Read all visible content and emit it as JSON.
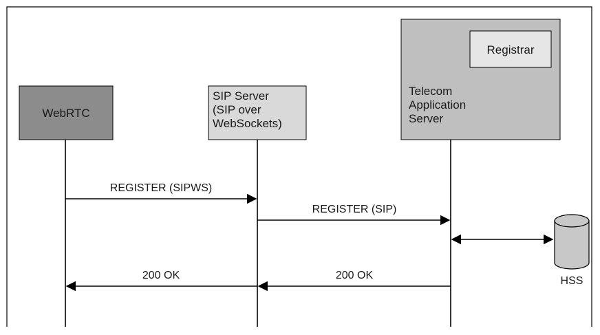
{
  "participants": {
    "webrtc": {
      "label": "WebRTC",
      "fill": "#8c8c8c"
    },
    "sip_server": {
      "lines": [
        "SIP Server",
        "(SIP over",
        "WebSockets)"
      ],
      "fill": "#d9d9d9"
    },
    "tas": {
      "lines": [
        "Telecom",
        "Application",
        "Server"
      ],
      "fill": "#bfbfbf",
      "registrar": {
        "label": "Registrar",
        "fill": "#e6e6e6"
      }
    },
    "hss": {
      "label": "HSS",
      "fill": "#c8c8c8"
    }
  },
  "messages": {
    "register_sipws": "REGISTER (SIPWS)",
    "register_sip": "REGISTER (SIP)",
    "ok_from_tas": "200 OK",
    "ok_from_sip": "200 OK"
  }
}
